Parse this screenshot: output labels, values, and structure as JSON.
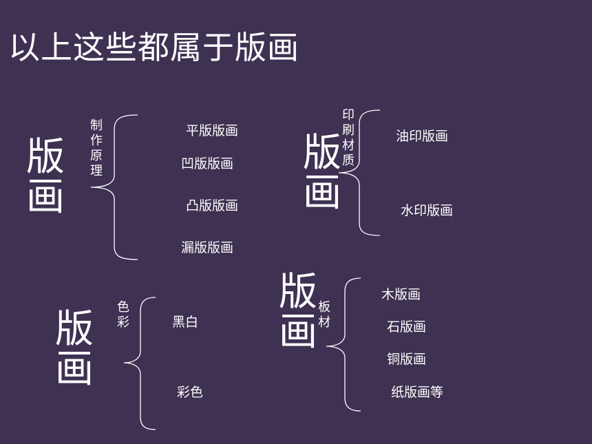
{
  "title": "以上这些都属于版画",
  "groups": [
    {
      "main": "版画",
      "label": "制作原理",
      "items": [
        "平版版画",
        "凹版版画",
        "凸版版画",
        "漏版版画"
      ]
    },
    {
      "main": "版画",
      "label": "印刷材质",
      "items": [
        "油印版画",
        "水印版画"
      ]
    },
    {
      "main": "版画",
      "label": "色彩",
      "items": [
        "黑白",
        "彩色"
      ]
    },
    {
      "main": "版画",
      "label": "板材",
      "items": [
        "木版画",
        "石版画",
        "铜版画",
        "纸版画等"
      ]
    }
  ]
}
